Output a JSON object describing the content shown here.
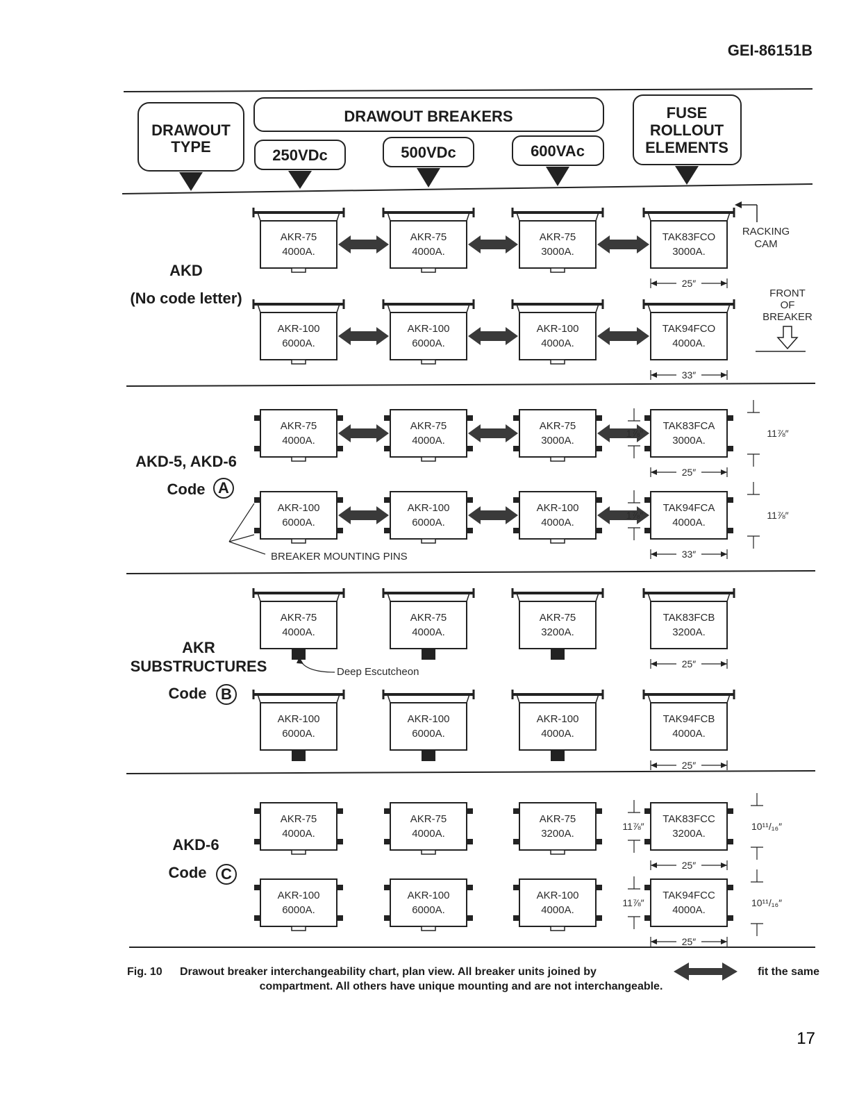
{
  "doc_id": "GEI-86151B",
  "page_number": "17",
  "header": {
    "drawout_type": [
      "DRAWOUT",
      "TYPE"
    ],
    "drawout_breakers": "DRAWOUT BREAKERS",
    "voltage_250": "250VDc",
    "voltage_500": "500VDc",
    "voltage_600": "600VAc",
    "fuse_rollout": [
      "FUSE",
      "ROLLOUT",
      "ELEMENTS"
    ]
  },
  "sections": [
    {
      "type_lines": [
        "AKD",
        "(No code letter)"
      ],
      "code": "",
      "rows": [
        {
          "units": [
            [
              "AKR-75",
              "4000A."
            ],
            [
              "AKR-75",
              "4000A."
            ],
            [
              "AKR-75",
              "3000A."
            ],
            [
              "TAK83FCO",
              "3000A."
            ]
          ],
          "joined": [
            true,
            true,
            true
          ],
          "fuse_dim": "25″"
        },
        {
          "units": [
            [
              "AKR-100",
              "6000A."
            ],
            [
              "AKR-100",
              "6000A."
            ],
            [
              "AKR-100",
              "4000A."
            ],
            [
              "TAK94FCO",
              "4000A."
            ]
          ],
          "joined": [
            true,
            true,
            true
          ],
          "fuse_dim": "33″"
        }
      ]
    },
    {
      "type_lines": [
        "AKD-5, AKD-6",
        "Code"
      ],
      "code": "A",
      "rows": [
        {
          "units": [
            [
              "AKR-75",
              "4000A."
            ],
            [
              "AKR-75",
              "4000A."
            ],
            [
              "AKR-75",
              "3000A."
            ],
            [
              "TAK83FCA",
              "3000A."
            ]
          ],
          "joined": [
            true,
            true,
            true
          ],
          "fuse_dim": "25″"
        },
        {
          "units": [
            [
              "AKR-100",
              "6000A."
            ],
            [
              "AKR-100",
              "6000A."
            ],
            [
              "AKR-100",
              "4000A."
            ],
            [
              "TAK94FCA",
              "4000A."
            ]
          ],
          "joined": [
            true,
            true,
            true
          ],
          "fuse_dim": "33″"
        }
      ]
    },
    {
      "type_lines": [
        "AKR",
        "SUBSTRUCTURES",
        "Code"
      ],
      "code": "B",
      "rows": [
        {
          "units": [
            [
              "AKR-75",
              "4000A."
            ],
            [
              "AKR-75",
              "4000A."
            ],
            [
              "AKR-75",
              "3200A."
            ],
            [
              "TAK83FCB",
              "3200A."
            ]
          ],
          "joined": [
            false,
            false,
            false
          ],
          "fuse_dim": "25″"
        },
        {
          "units": [
            [
              "AKR-100",
              "6000A."
            ],
            [
              "AKR-100",
              "6000A."
            ],
            [
              "AKR-100",
              "4000A."
            ],
            [
              "TAK94FCB",
              "4000A."
            ]
          ],
          "joined": [
            false,
            false,
            false
          ],
          "fuse_dim": "25″"
        }
      ]
    },
    {
      "type_lines": [
        "AKD-6",
        "Code"
      ],
      "code": "C",
      "rows": [
        {
          "units": [
            [
              "AKR-75",
              "4000A."
            ],
            [
              "AKR-75",
              "4000A."
            ],
            [
              "AKR-75",
              "3200A."
            ],
            [
              "TAK83FCC",
              "3200A."
            ]
          ],
          "joined": [
            false,
            false,
            false
          ],
          "fuse_dim": "25″"
        },
        {
          "units": [
            [
              "AKR-100",
              "6000A."
            ],
            [
              "AKR-100",
              "6000A."
            ],
            [
              "AKR-100",
              "4000A."
            ],
            [
              "TAK94FCC",
              "4000A."
            ]
          ],
          "joined": [
            false,
            false,
            false
          ],
          "fuse_dim": "25″"
        }
      ]
    }
  ],
  "annotations": {
    "racking_cam": [
      "RACKING",
      "CAM"
    ],
    "front_of_breaker": [
      "FRONT",
      "OF",
      "BREAKER"
    ],
    "breaker_mounting_pins": "BREAKER MOUNTING PINS",
    "deep_escutcheon": "Deep Escutcheon",
    "dim_1_7_8": "1⅞″",
    "dim_11_7_8": "11⅞″",
    "dim_10_11_16": "10¹¹/₁₆″"
  },
  "caption": {
    "fig_label": "Fig. 10",
    "text_before_arrow": "Drawout breaker interchangeability chart, plan view. All breaker units joined by",
    "text_after_arrow": "fit the same",
    "line2": "compartment. All others have unique mounting and are not interchangeable."
  }
}
